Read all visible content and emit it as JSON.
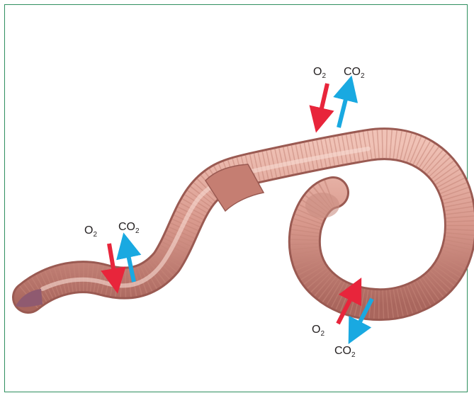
{
  "colors": {
    "frame": "#2f8f5f",
    "oxygen_arrow": "#e8253b",
    "co2_arrow": "#19a9e1",
    "worm_body": "#d99a8e",
    "worm_dark": "#a8675f",
    "clitellum": "#c9847a"
  },
  "labels": {
    "o2_base": "O",
    "co2_base": "CO",
    "subscript": "2"
  }
}
